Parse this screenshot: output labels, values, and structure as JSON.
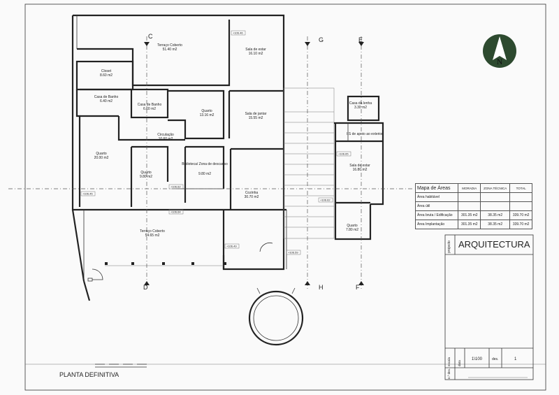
{
  "drawing": {
    "title": "PLANTA DEFINITIVA",
    "rooms": [
      {
        "name": "Terraço Coberto",
        "area": "51.40 m2"
      },
      {
        "name": "Sala de estar",
        "area": "16.10 m2"
      },
      {
        "name": "Closet",
        "area": "8.60 m2"
      },
      {
        "name": "Casa de Banho",
        "area": "6.40 m2"
      },
      {
        "name": "Casa de Banho",
        "area": "6.60 m2"
      },
      {
        "name": "Quarto",
        "area": "13.16 m2"
      },
      {
        "name": "Sala de jantar",
        "area": "15.55 m2"
      },
      {
        "name": "Circulação",
        "area": "10.60 m2"
      },
      {
        "name": "Quarto",
        "area": "20.00 m2"
      },
      {
        "name": "Quarto",
        "area": "9.80 m2"
      },
      {
        "name": "Biblioteca/ Zona de descanso",
        "area": "9.80 m2"
      },
      {
        "name": "Cozinha",
        "area": "30.70 m2"
      },
      {
        "name": "Terraço Coberto",
        "area": "54.65 m2"
      },
      {
        "name": "Casa da lenha",
        "area": "3.30 m2"
      },
      {
        "name": "I.S de apoio ao exterior",
        "area": ""
      },
      {
        "name": "Sala de estar",
        "area": "16.80 m2"
      },
      {
        "name": "Quarto",
        "area": "7.80 m2"
      }
    ],
    "level_marks": [
      "+106.46",
      "+106.45",
      "+106.62",
      "+106.64",
      "+106.49",
      "+106.59",
      "+106.62",
      "+106.65"
    ],
    "section_marks": {
      "c": "C",
      "d": "D",
      "g": "G",
      "h": "H",
      "e": "E",
      "f": "F"
    }
  },
  "area_table": {
    "title": "Mapa de Áreas",
    "columns": [
      "MORADIA",
      "ZONA TÉCNICA",
      "TOTAL"
    ],
    "rows": [
      {
        "label": "Área habitável",
        "values": [
          "",
          "",
          ""
        ]
      },
      {
        "label": "Área útil",
        "values": [
          "",
          "",
          ""
        ]
      },
      {
        "label": "Área bruta / Edificação",
        "values": [
          "301.35 m2",
          "38.35 m2",
          "339.70 m2"
        ]
      },
      {
        "label": "Área Implantação",
        "values": [
          "301.35 m2",
          "38.35 m2",
          "339.70 m2"
        ]
      }
    ]
  },
  "title_block": {
    "projecto_label": "projecto",
    "discipline": "ARQUITECTURA",
    "escala_label": "escala",
    "escala": "1\\100",
    "des_label": "des.",
    "des_number": "1",
    "n_label": "n.º des.",
    "data_label": "data"
  },
  "north": {
    "letter": "N"
  }
}
